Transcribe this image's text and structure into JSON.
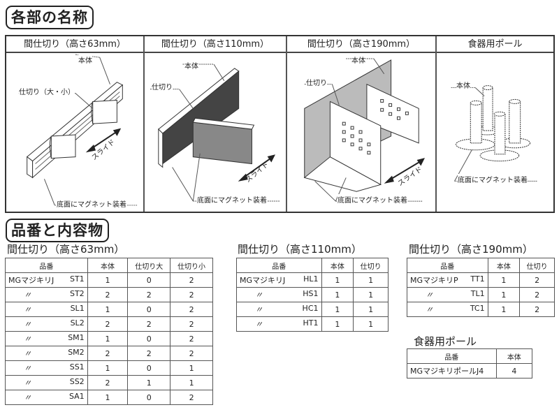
{
  "sections": {
    "part_names_title": "各部の名称",
    "products_title": "品番と内容物"
  },
  "parts": [
    {
      "header": "間仕切り（高さ63mm）",
      "labels": {
        "body": "本体",
        "divider": "仕切り（大・小）",
        "slide": "スライド",
        "magnet": "底面にマグネット装着"
      }
    },
    {
      "header": "間仕切り（高さ110mm）",
      "labels": {
        "body": "本体",
        "divider": "仕切り",
        "slide": "スライド",
        "magnet": "底面にマグネット装着"
      }
    },
    {
      "header": "間仕切り（高さ190mm）",
      "labels": {
        "body": "本体",
        "divider": "仕切り",
        "slide": "スライド",
        "magnet": "底面にマグネット装着"
      }
    },
    {
      "header": "食器用ポール",
      "labels": {
        "body": "本体",
        "magnet": "底面にマグネット装着"
      }
    }
  ],
  "tables": {
    "h63": {
      "title": "間仕切り（高さ63mm）",
      "headers": [
        "品番",
        "本体",
        "仕切り大",
        "仕切り小"
      ],
      "rows": [
        {
          "prefix": "MGマジキリJ",
          "code": "ST1",
          "values": [
            "1",
            "0",
            "2"
          ]
        },
        {
          "prefix": "〃",
          "code": "ST2",
          "values": [
            "2",
            "2",
            "2"
          ]
        },
        {
          "prefix": "〃",
          "code": "SL1",
          "values": [
            "1",
            "0",
            "2"
          ]
        },
        {
          "prefix": "〃",
          "code": "SL2",
          "values": [
            "2",
            "2",
            "2"
          ]
        },
        {
          "prefix": "〃",
          "code": "SM1",
          "values": [
            "1",
            "0",
            "2"
          ]
        },
        {
          "prefix": "〃",
          "code": "SM2",
          "values": [
            "2",
            "2",
            "2"
          ]
        },
        {
          "prefix": "〃",
          "code": "SS1",
          "values": [
            "1",
            "0",
            "1"
          ]
        },
        {
          "prefix": "〃",
          "code": "SS2",
          "values": [
            "2",
            "1",
            "1"
          ]
        },
        {
          "prefix": "〃",
          "code": "SA1",
          "values": [
            "1",
            "0",
            "2"
          ]
        }
      ]
    },
    "h110": {
      "title": "間仕切り（高さ110mm）",
      "headers": [
        "品番",
        "本体",
        "仕切り"
      ],
      "rows": [
        {
          "prefix": "MGマジキリJ",
          "code": "HL1",
          "values": [
            "1",
            "1"
          ]
        },
        {
          "prefix": "〃",
          "code": "HS1",
          "values": [
            "1",
            "1"
          ]
        },
        {
          "prefix": "〃",
          "code": "HC1",
          "values": [
            "1",
            "1"
          ]
        },
        {
          "prefix": "〃",
          "code": "HT1",
          "values": [
            "1",
            "1"
          ]
        }
      ]
    },
    "h190": {
      "title": "間仕切り（高さ190mm）",
      "headers": [
        "品番",
        "本体",
        "仕切り"
      ],
      "rows": [
        {
          "prefix": "MGマジキリP",
          "code": "TT1",
          "values": [
            "1",
            "2"
          ]
        },
        {
          "prefix": "〃",
          "code": "TL1",
          "values": [
            "1",
            "2"
          ]
        },
        {
          "prefix": "〃",
          "code": "TC1",
          "values": [
            "1",
            "2"
          ]
        }
      ]
    },
    "pole": {
      "title": "食器用ポール",
      "headers": [
        "品番",
        "本体"
      ],
      "rows": [
        {
          "prefix": "MGマジキリポールJ4",
          "code": "",
          "values": [
            "4"
          ]
        }
      ]
    }
  }
}
